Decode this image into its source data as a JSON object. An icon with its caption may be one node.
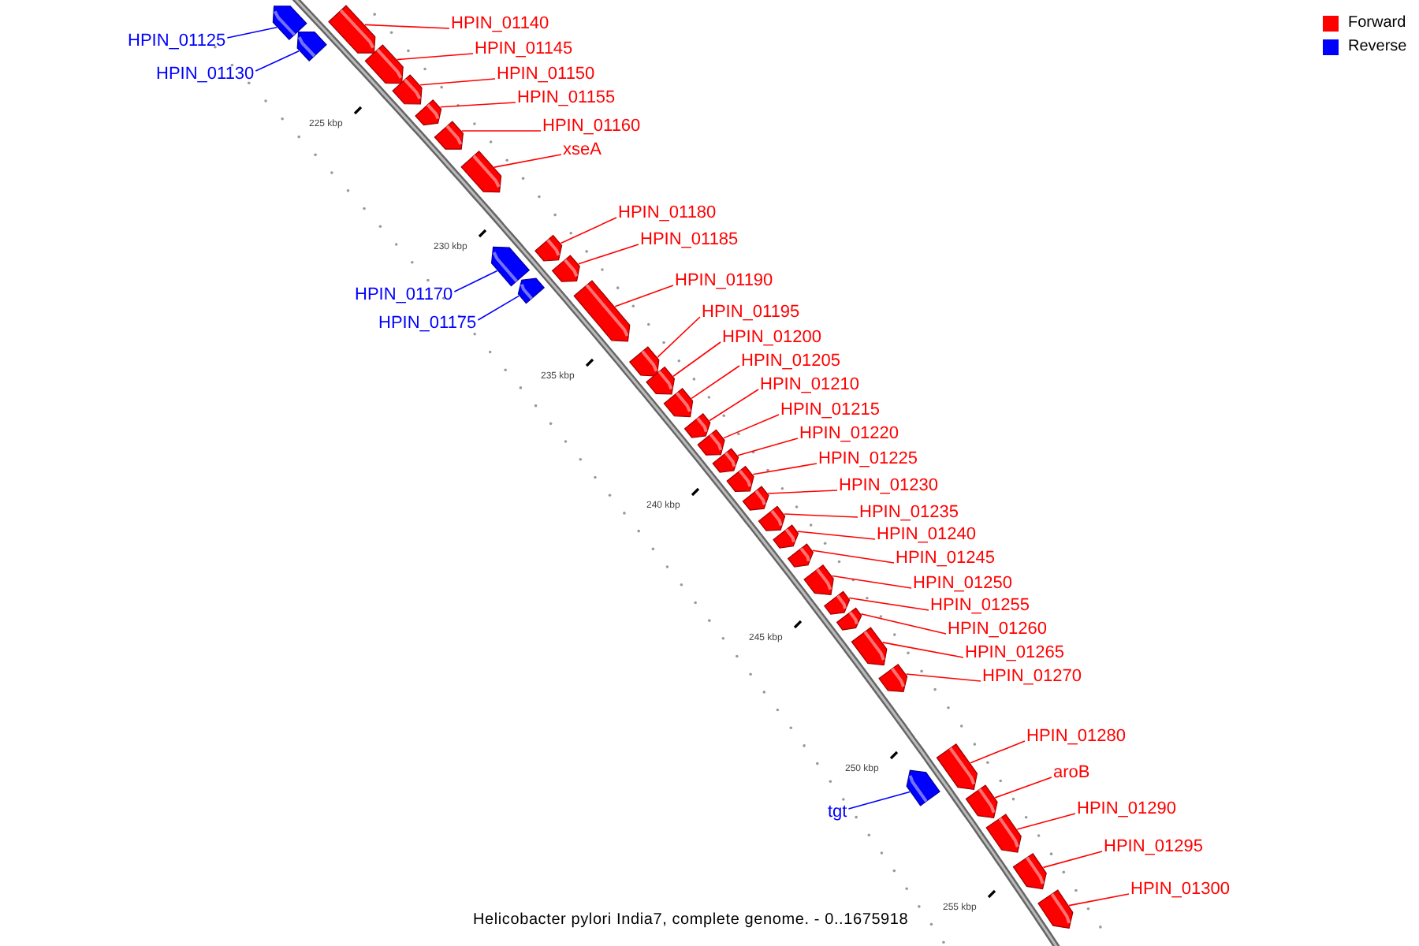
{
  "diagram": {
    "caption": "Helicobacter pylori India7, complete genome. - 0..1675918",
    "nodes": [
      {
        "text": [
          "HPIN_01140"
        ]
      },
      {
        "text": [
          "HPIN_01125"
        ]
      },
      {
        "text": [
          "HPIN_01145"
        ]
      },
      {
        "text": [
          "HPIN_01130"
        ]
      },
      {
        "text": [
          "HPIN_01150"
        ]
      },
      {
        "text": [
          "HPIN_01155"
        ]
      },
      {
        "text": [
          "HPIN_01160"
        ]
      },
      {
        "text": [
          "xseA"
        ]
      },
      {
        "text": [
          "HPIN_01180"
        ]
      },
      {
        "text": [
          "HPIN_01185"
        ]
      },
      {
        "text": [
          "HPIN_01190"
        ]
      },
      {
        "text": [
          "HPIN_01170"
        ]
      },
      {
        "text": [
          "HPIN_01195"
        ]
      },
      {
        "text": [
          "HPIN_01175"
        ]
      },
      {
        "text": [
          "HPIN_01200"
        ]
      },
      {
        "text": [
          "HPIN_01205"
        ]
      },
      {
        "text": [
          "HPIN_01210"
        ]
      },
      {
        "text": [
          "HPIN_01215"
        ]
      },
      {
        "text": [
          "HPIN_01220"
        ]
      },
      {
        "text": [
          "HPIN_01225"
        ]
      },
      {
        "text": [
          "HPIN_01230"
        ]
      },
      {
        "text": [
          "HPIN_01235"
        ]
      },
      {
        "text": [
          "HPIN_01240"
        ]
      },
      {
        "text": [
          "HPIN_01245"
        ]
      },
      {
        "text": [
          "HPIN_01250"
        ]
      },
      {
        "text": [
          "HPIN_01255"
        ]
      },
      {
        "text": [
          "HPIN_01260"
        ]
      },
      {
        "text": [
          "HPIN_01265"
        ]
      },
      {
        "text": [
          "HPIN_01270"
        ]
      },
      {
        "text": [
          "HPIN_01280"
        ]
      },
      {
        "text": [
          "aroB"
        ]
      },
      {
        "text": [
          "tgt"
        ]
      },
      {
        "text": [
          "HPIN_01290"
        ]
      },
      {
        "text": [
          "HPIN_01295"
        ]
      },
      {
        "text": [
          "HPIN_01300"
        ]
      },
      {
        "text": [],
        "shape": "box"
      },
      {
        "text": [],
        "shape": "box"
      },
      {
        "text": [],
        "shape": "box"
      },
      {
        "text": [],
        "shape": "box"
      },
      {
        "text": [],
        "shape": "box"
      },
      {
        "text": [],
        "shape": "box"
      },
      {
        "text": [],
        "shape": "box"
      },
      {
        "text": [],
        "shape": "box"
      },
      {
        "text": [],
        "shape": "box"
      },
      {
        "text": [],
        "shape": "box"
      },
      {
        "text": [],
        "shape": "box"
      },
      {
        "text": [],
        "shape": "box"
      },
      {
        "text": [],
        "shape": "box"
      },
      {
        "text": [],
        "shape": "box"
      },
      {
        "text": [],
        "shape": "box"
      },
      {
        "text": [],
        "shape": "box"
      },
      {
        "text": [],
        "shape": "box"
      },
      {
        "text": [],
        "shape": "box"
      },
      {
        "text": [],
        "shape": "box"
      },
      {
        "text": [],
        "shape": "box"
      },
      {
        "text": [],
        "shape": "box"
      },
      {
        "text": [],
        "shape": "box"
      },
      {
        "text": [],
        "shape": "box"
      },
      {
        "text": [],
        "shape": "box"
      },
      {
        "text": [],
        "shape": "box"
      },
      {
        "text": [],
        "shape": "box"
      },
      {
        "text": [],
        "shape": "box"
      },
      {
        "text": [],
        "shape": "box"
      },
      {
        "text": [],
        "shape": "box"
      },
      {
        "text": [],
        "shape": "box"
      },
      {
        "text": [],
        "shape": "box"
      },
      {
        "text": [],
        "shape": "box"
      },
      {
        "text": [],
        "shape": "box"
      },
      {
        "text": [],
        "shape": "box"
      },
      {
        "text": [],
        "shape": "box"
      }
    ],
    "edges": [
      {
        "from": 0,
        "to": 35,
        "arrow": "none"
      },
      {
        "from": 1,
        "to": 36,
        "arrow": "none",
        "color": "#0000ff"
      },
      {
        "from": 2,
        "to": 37,
        "arrow": "none"
      },
      {
        "from": 3,
        "to": 38,
        "arrow": "none",
        "color": "#0000ff"
      },
      {
        "from": 4,
        "to": 39,
        "arrow": "none"
      },
      {
        "from": 5,
        "to": 40,
        "arrow": "none"
      },
      {
        "from": 6,
        "to": 41,
        "arrow": "none"
      },
      {
        "from": 7,
        "to": 42,
        "arrow": "none"
      },
      {
        "from": 8,
        "to": 43,
        "arrow": "none"
      },
      {
        "from": 9,
        "to": 44,
        "arrow": "none"
      },
      {
        "from": 10,
        "to": 45,
        "arrow": "none"
      },
      {
        "from": 11,
        "to": 46,
        "arrow": "none",
        "color": "#0000ff"
      },
      {
        "from": 12,
        "to": 47,
        "arrow": "none"
      },
      {
        "from": 13,
        "to": 48,
        "arrow": "none",
        "color": "#0000ff"
      },
      {
        "from": 14,
        "to": 49,
        "arrow": "none"
      },
      {
        "from": 15,
        "to": 50,
        "arrow": "none"
      },
      {
        "from": 16,
        "to": 51,
        "arrow": "none"
      },
      {
        "from": 17,
        "to": 52,
        "arrow": "none"
      },
      {
        "from": 18,
        "to": 53,
        "arrow": "none"
      },
      {
        "from": 19,
        "to": 54,
        "arrow": "none"
      },
      {
        "from": 20,
        "to": 55,
        "arrow": "none"
      },
      {
        "from": 21,
        "to": 56,
        "arrow": "none"
      },
      {
        "from": 22,
        "to": 57,
        "arrow": "none"
      },
      {
        "from": 23,
        "to": 58,
        "arrow": "none"
      },
      {
        "from": 24,
        "to": 59,
        "arrow": "none"
      },
      {
        "from": 25,
        "to": 60,
        "arrow": "none"
      },
      {
        "from": 26,
        "to": 61,
        "arrow": "none"
      },
      {
        "from": 27,
        "to": 62,
        "arrow": "none"
      },
      {
        "from": 28,
        "to": 63,
        "arrow": "none"
      },
      {
        "from": 29,
        "to": 64,
        "arrow": "none"
      },
      {
        "from": 30,
        "to": 65,
        "arrow": "none"
      },
      {
        "from": 31,
        "to": 66,
        "arrow": "none",
        "color": "#0000ff"
      },
      {
        "from": 32,
        "to": 67,
        "arrow": "none"
      },
      {
        "from": 33,
        "to": 68,
        "arrow": "none"
      },
      {
        "from": 34,
        "to": 69,
        "arrow": "none"
      }
    ],
    "labels": [
      "225 kbp",
      "230 kbp",
      "235 kbp",
      "240 kbp",
      "245 kbp",
      "250 kbp",
      "255 kbp"
    ],
    "legend": [
      {
        "text": "Forward",
        "color": "#ff0000"
      },
      {
        "text": "Reverse",
        "color": "#0000ff"
      }
    ]
  }
}
